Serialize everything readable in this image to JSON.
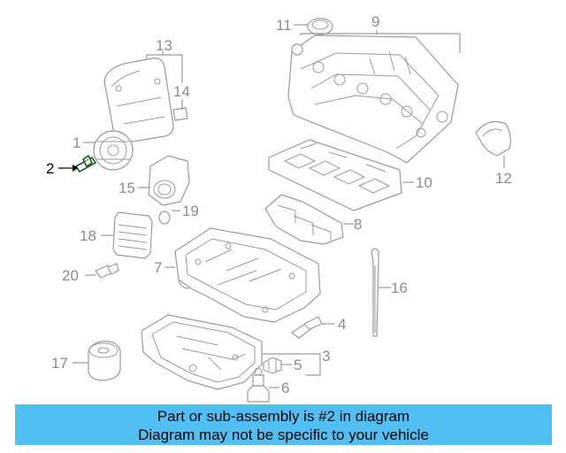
{
  "diagram": {
    "callouts": {
      "c1": "1",
      "c2": "2",
      "c3": "3",
      "c4": "4",
      "c5": "5",
      "c6": "6",
      "c7": "7",
      "c8": "8",
      "c9": "9",
      "c10": "10",
      "c11": "11",
      "c12": "12",
      "c13": "13",
      "c14": "14",
      "c15": "15",
      "c16": "16",
      "c17": "17",
      "c18": "18",
      "c19": "19",
      "c20": "20"
    },
    "highlighted_part": "2",
    "colors": {
      "part_stroke": "#9a9a9a",
      "highlight": "#000000",
      "highlight_part": "#1e5a22"
    }
  },
  "banner": {
    "line1": "Part or sub-assembly is #2 in diagram",
    "line2": "Diagram may not be specific to your vehicle",
    "background": "#52bff2"
  }
}
